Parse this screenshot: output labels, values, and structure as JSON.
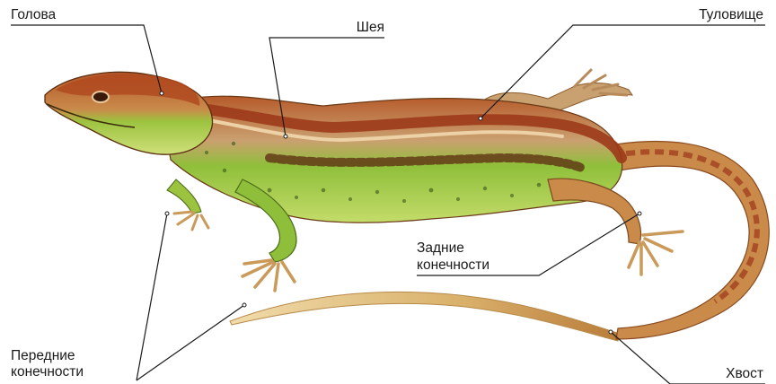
{
  "labels": {
    "head": "Голова",
    "neck": "Шея",
    "body": "Туловище",
    "hind_limbs_l1": "Задние",
    "hind_limbs_l2": "конечности",
    "fore_limbs_l1": "Передние",
    "fore_limbs_l2": "конечности",
    "tail": "Хвост"
  },
  "colors": {
    "back_stripe": "#9c3a1a",
    "back_light": "#e7c49a",
    "flank_green": "#8fbf3a",
    "belly_green": "#b8d45a",
    "tail_tan": "#d9b06a",
    "leader_line": "#1a1a1a"
  }
}
